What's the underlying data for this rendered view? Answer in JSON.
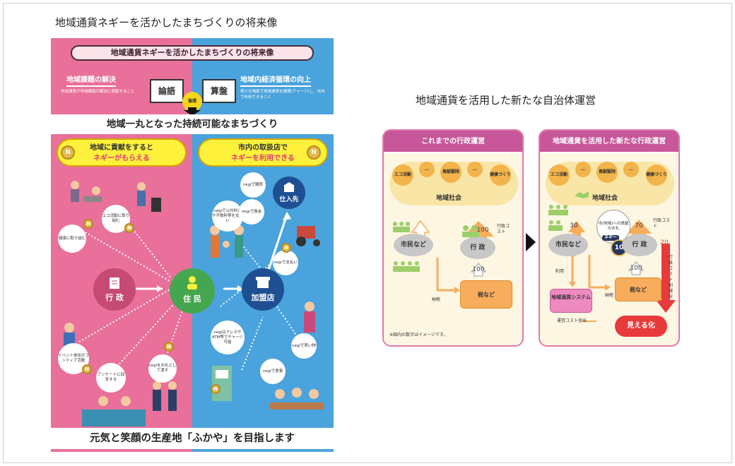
{
  "captions": {
    "left": "地域通貨ネギーを活かしたまちづくりの将来像",
    "right": "地域通貨を活用した新たな自治体運営"
  },
  "poster": {
    "title": "地域通貨ネギーを活かしたまちづくりの将来像",
    "left_heading": "地域課題の解決",
    "left_sub": "地域通貨が地域課題の解決に貢献すること",
    "right_heading": "地域内経済循環の向上",
    "right_sub": "様々な場面で地域通貨を循環(チャージ)し、市内で利用できること",
    "box_left": "論語",
    "box_right": "算盤",
    "center": "循環",
    "band": "地域一丸となった持続可能なまちづくり",
    "pill_left_1": "地域に貢献をすると",
    "pill_left_2": "ネギーがもらえる",
    "pill_right_1": "市内の取扱店で",
    "pill_right_2": "ネギーを利用できる",
    "coin_symbol": "N",
    "hub_gyosei": "行 政",
    "hub_jumin": "住 民",
    "hub_kamei": "加盟店",
    "hub_shiire": "仕入先",
    "bub_eco": "エコ活動に取り組む",
    "bub_kenko": "健康に取り組む",
    "bub_event": "イベント参加ボランティア活動",
    "bub_anke": "アンケートに回答する",
    "bub_otoshi": "negiをお礼として渡す",
    "bub_kohi": "negiで公共料金や手数料等を支払い",
    "bub_shiharai": "negiで支払い",
    "bub_kobai": "negiで購買",
    "bub_kaimono": "negiで買い物",
    "bub_shokuji": "negiで食事",
    "bub_charge": "negiはクレカやATM等でチャージ可能",
    "bub_kanzen": "negiで換金",
    "footer": "元気と笑顔の生産地「ふかや」を目指します"
  },
  "panel_left": {
    "header": "これまでの行政運営",
    "bubbles": [
      "エコ活動",
      "…",
      "鳥獣駆除",
      "…",
      "健康づくり"
    ],
    "society": "地域社会",
    "citizens": "市民など",
    "admin": "行 政",
    "cost_value": "100",
    "cost_label": "行政コスト",
    "tax_value": "100",
    "tax_label": "税など",
    "tax_flow": "納税",
    "note": "※図内の数字はイメージです。"
  },
  "panel_right": {
    "header": "地域通貨を活用した新たな行政運営",
    "bubbles": [
      "エコ活動",
      "…",
      "鳥獣駆除",
      "…",
      "健康づくり"
    ],
    "society": "地域社会",
    "citizens": "市民など",
    "admin": "行 政",
    "reward": "市(地域)への貢献のお礼",
    "reward_tag": "ネギー",
    "coin_value": "10",
    "left_value": "30",
    "cost_value": "70",
    "cost_label": "行政コスト",
    "saving_value": "20",
    "saving_label": "行政コスト削減分",
    "use": "利用",
    "tax_flow": "納税",
    "tax_value": "100",
    "tax_label": "税など",
    "system": "地域通貨システム",
    "op_cost": "運営コスト捻出",
    "visible": "見える化"
  },
  "colors": {
    "pink": "#e8709a",
    "blue": "#4aa3dc",
    "yellow": "#fef13c",
    "panel_border": "#e07aa8",
    "panel_header": "#c8569a",
    "orange": "#f7ad5c",
    "red": "#e83a3a",
    "navy": "#24355e"
  }
}
